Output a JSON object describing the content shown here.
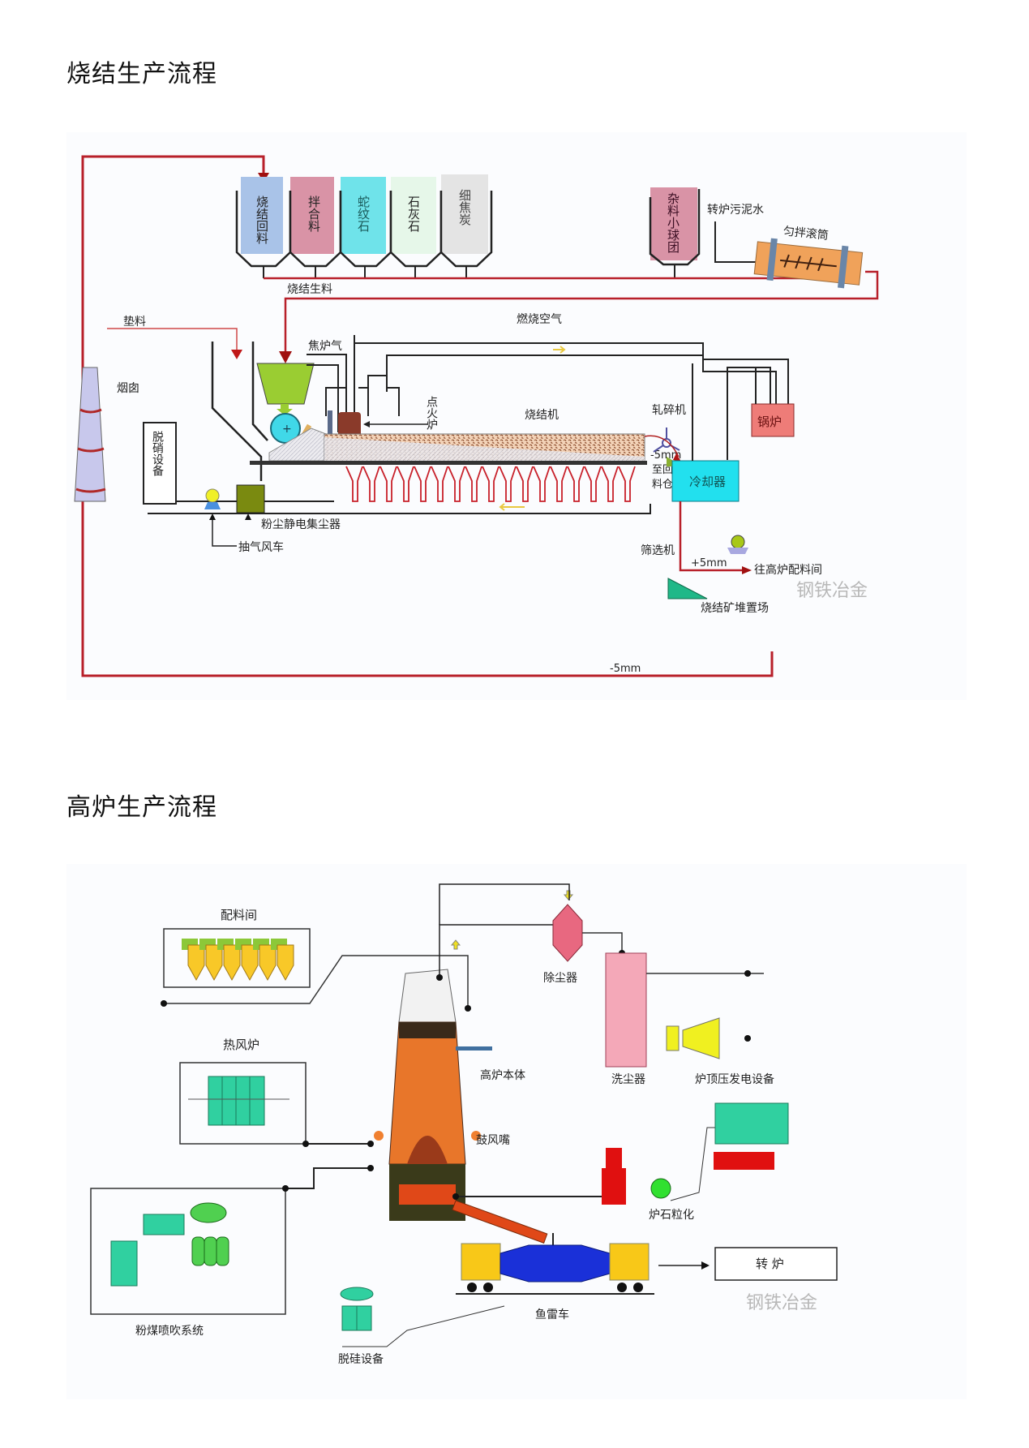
{
  "sections": [
    {
      "title": "烧结生产流程",
      "diagram": {
        "bins": [
          {
            "label": "烧结回料",
            "color": "#a9c3e8"
          },
          {
            "label": "拌合料",
            "color": "#d993a6"
          },
          {
            "label": "蛇纹石",
            "color": "#6fe3ea"
          },
          {
            "label": "石灰石",
            "color": "#e6f7e9"
          },
          {
            "label": "细焦炭",
            "color": "#e4e4e4"
          }
        ],
        "pellet_bin": {
          "label": "杂料小球团",
          "color": "#d993a6"
        },
        "sludge_label": "转炉污泥水",
        "drum_label": "匀拌滚筒",
        "raw_mix_label": "烧结生料",
        "bedding_label": "垫料",
        "coke_gas_label": "焦炉气",
        "combustion_air_label": "燃烧空气",
        "ignition_label": "点火炉",
        "sinter_machine_label": "烧结机",
        "crusher_label": "轧碎机",
        "return_label_1": "-5mm",
        "return_label_2": "至回",
        "return_label_3": "料仓",
        "boiler_label": "锅炉",
        "cooler_label": "冷却器",
        "screen_label": "筛选机",
        "plus5_label": "+5mm",
        "to_bf_label": "往高炉配料间",
        "minus5_label": "-5mm",
        "stockyard_label": "烧结矿堆置场",
        "chimney_label": "烟囱",
        "denox_label": "脱硝设备",
        "esp_label": "粉尘静电集尘器",
        "fan_label": "抽气风车",
        "watermark": "钢铁冶金"
      }
    },
    {
      "title": "高炉生产流程",
      "diagram": {
        "batching_label": "配料间",
        "stove_label": "热风炉",
        "pci_label": "粉煤喷吹系统",
        "desi_label": "脱硅设备",
        "bf_label": "高炉本体",
        "tuyere_label": "鼓风嘴",
        "dust_catcher_label": "除尘器",
        "scrubber_label": "洗尘器",
        "trt_label": "炉顶压发电设备",
        "slag_label": "炉石粒化",
        "torpedo_label": "鱼雷车",
        "converter_label": "转 炉",
        "watermark": "钢铁冶金"
      }
    }
  ]
}
